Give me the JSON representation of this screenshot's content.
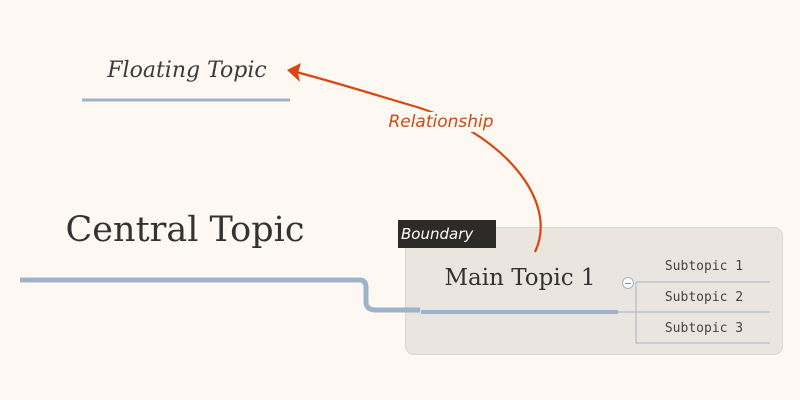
{
  "mindmap": {
    "floating_topic": "Floating Topic",
    "central_topic": "Central Topic",
    "main_topic": "Main Topic 1",
    "subtopics": [
      "Subtopic 1",
      "Subtopic 2",
      "Subtopic 3"
    ],
    "boundary_label": "Boundary",
    "relationship_label": "Relationship"
  },
  "colors": {
    "background": "#fdf9f2",
    "branch_line": "#9eb2cc",
    "relationship": "#d9460f",
    "boundary_fill": "#eae6df",
    "boundary_label_bg": "#2c2b27"
  },
  "icons": {
    "collapse_toggle": "minus-circle-icon"
  }
}
